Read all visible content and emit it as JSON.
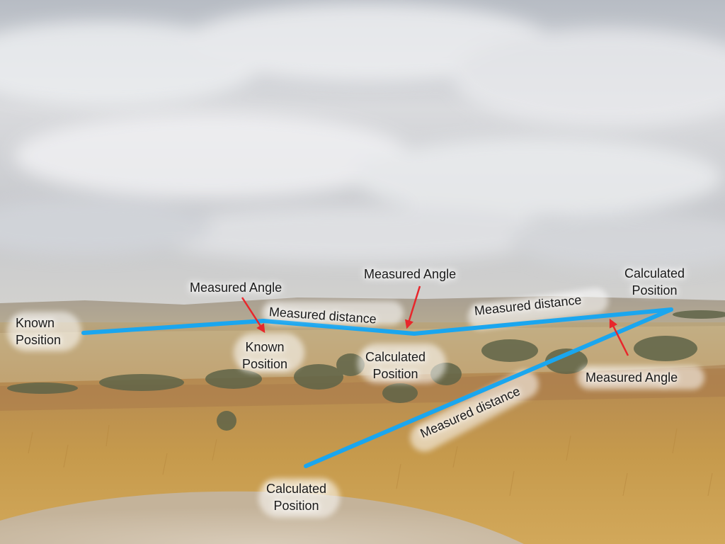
{
  "colors": {
    "measurement_line": "#1aa6ef",
    "arrow": "#e8262b",
    "label_text": "#1a1a1a"
  },
  "labels": {
    "known_position_left": [
      "Known",
      "Position"
    ],
    "measured_angle_1": "Measured Angle",
    "measured_angle_2": "Measured Angle",
    "calculated_position_right": [
      "Calculated",
      "Position"
    ],
    "measured_distance_1": "Measured distance",
    "measured_distance_2": "Measured distance",
    "measured_distance_3": "Measured distance",
    "known_position_center": [
      "Known",
      "Position"
    ],
    "calculated_position_center": [
      "Calculated",
      "Position"
    ],
    "measured_angle_3": "Measured Angle",
    "calculated_position_bottom": [
      "Calculated",
      "Position"
    ]
  }
}
